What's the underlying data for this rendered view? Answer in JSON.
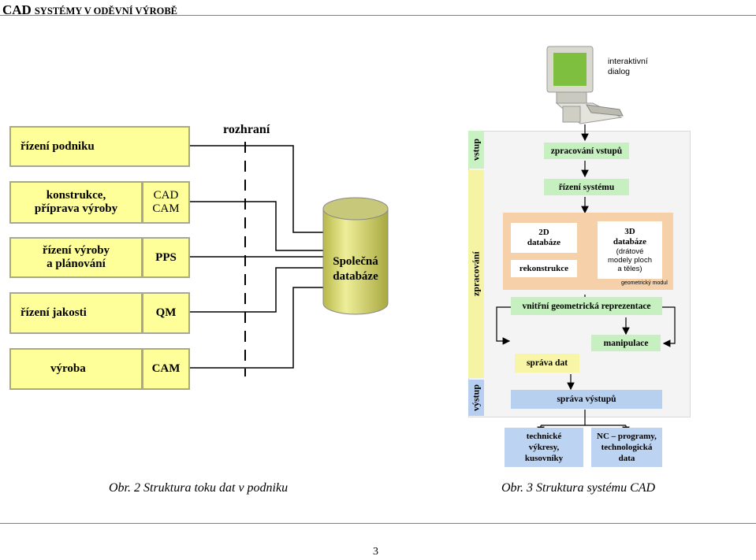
{
  "header": {
    "title_cad": "CAD",
    "title_rest": "SYSTÉMY V ODĚVNÍ VÝROBĚ"
  },
  "fig2": {
    "rozhrani": "rozhraní",
    "rows": [
      {
        "left": "řízení podniku",
        "right": ""
      },
      {
        "left": "konstrukce,\npříprava výroby",
        "right": "CAD\nCAM"
      },
      {
        "left": "řízení výroby\na plánování",
        "right": "PPS"
      },
      {
        "left": "řízení jakosti",
        "right": "QM"
      },
      {
        "left": "výroba",
        "right": "CAM"
      }
    ],
    "database": "Společná\ndatabáze",
    "caption": "Obr. 2 Struktura toku dat v podniku"
  },
  "fig3": {
    "dialog": "interaktivní\ndialog",
    "vstup": "vstup",
    "zpracovani": "zpracování",
    "vystup": "výstup",
    "zpracovani_vstupu": "zpracování vstupů",
    "rizeni_systemu": "řízení systému",
    "db2d": "2D\ndatabáze",
    "rekonstrukce": "rekonstrukce",
    "db3d": "3D\ndatabáze",
    "db3d_note": "(drátové\nmodely ploch\na těles)",
    "geom_modul": "geometrický modul",
    "vnitrni": "vnitřní geometrická reprezentace",
    "manipulace": "manipulace",
    "sprava_dat": "správa dat",
    "sprava_vystupu": "správa výstupů",
    "out1": "technické\nvýkresy,\nkusovníky",
    "out2": "NC – programy,\ntechnologická\ndata",
    "caption": "Obr. 3 Struktura systému CAD"
  },
  "page_number": "3",
  "colors": {
    "yellow_box": "#ffff99",
    "green": "#c6f0bf",
    "blue": "#b8d0f0",
    "orange": "#f5d0a8",
    "cylinder": "#d8d870"
  }
}
